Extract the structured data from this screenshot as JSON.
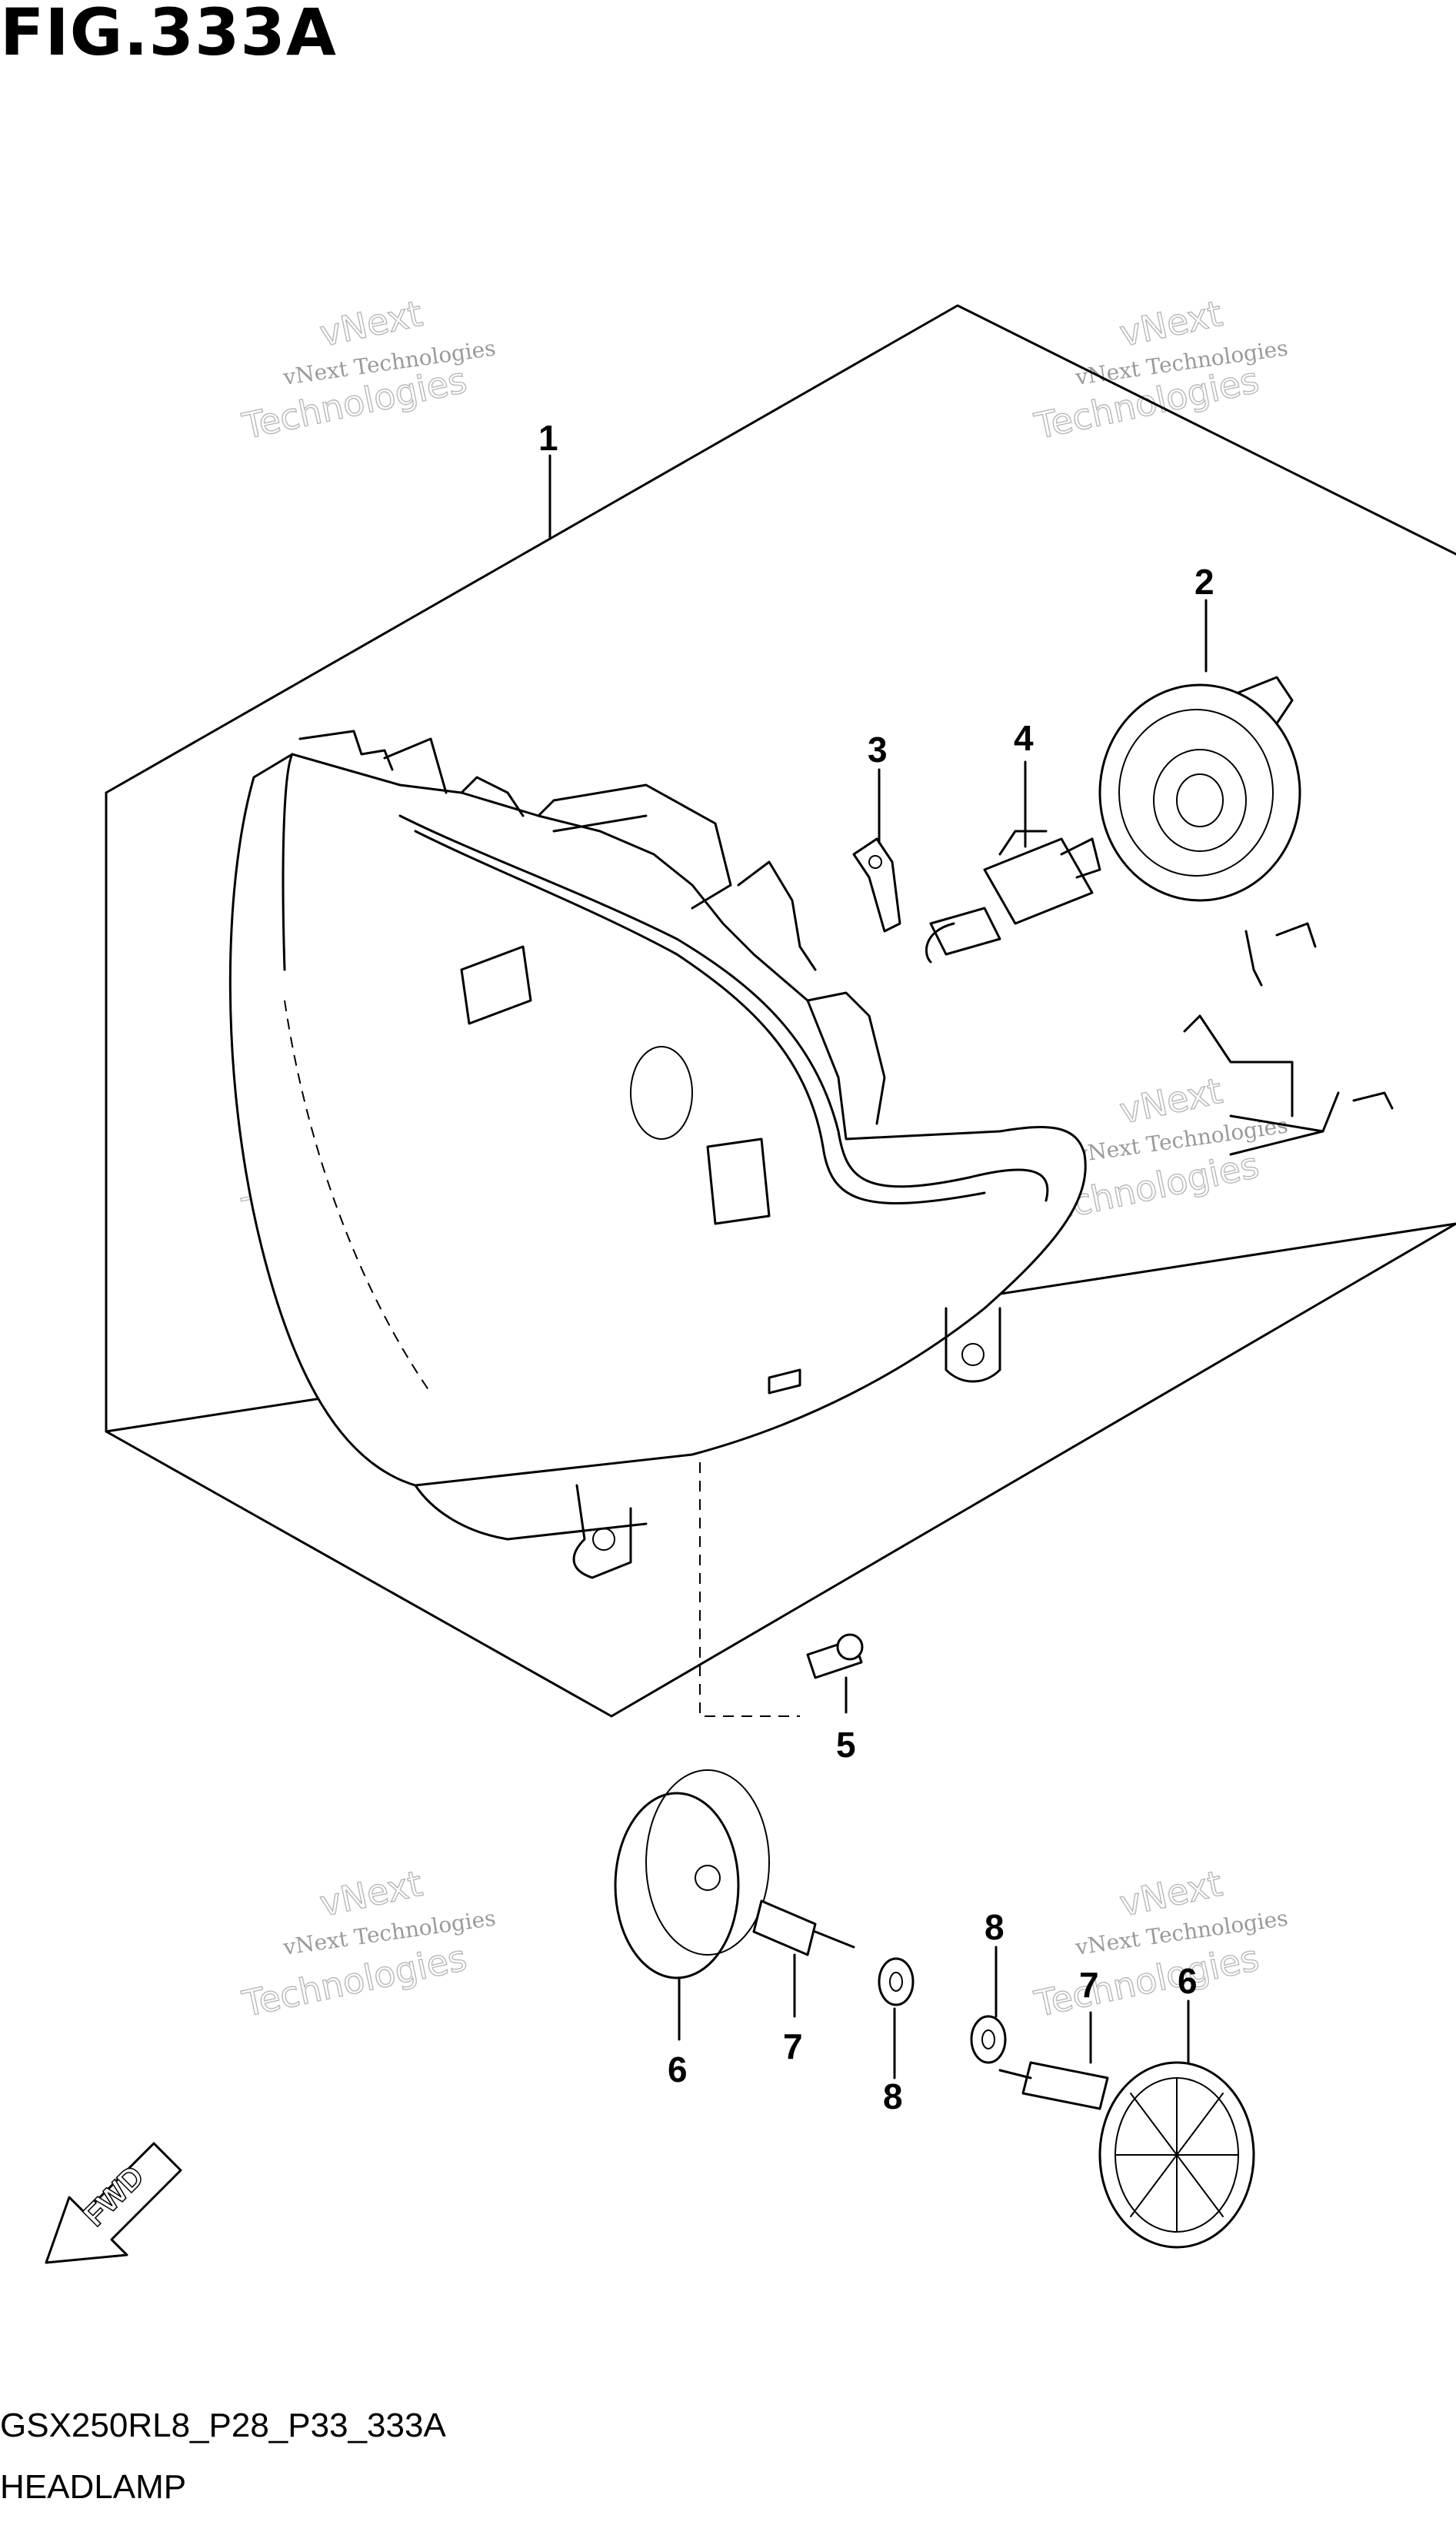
{
  "figure": {
    "title": "FIG.333A",
    "model_code": "GSX250RL8_P28_P33_333A",
    "name": "HEADLAMP"
  },
  "callouts": {
    "c1": "1",
    "c2": "2",
    "c3": "3",
    "c4": "4",
    "c5": "5",
    "c6a": "6",
    "c6b": "6",
    "c7a": "7",
    "c7b": "7",
    "c8a": "8",
    "c8b": "8"
  },
  "direction_label": "FWD",
  "watermark": {
    "line1": "vNext Technologies",
    "line2": "vNext",
    "line3": "Technologies"
  }
}
